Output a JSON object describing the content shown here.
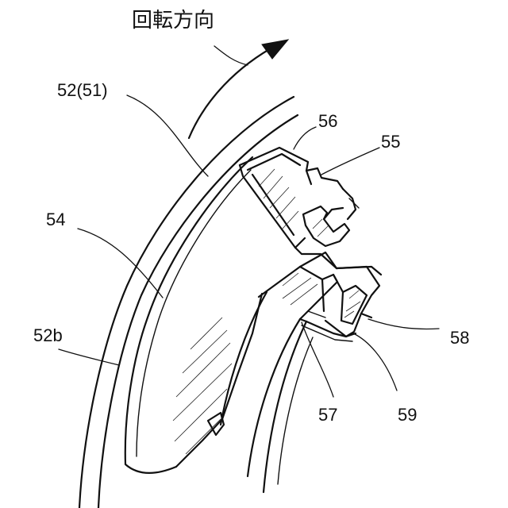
{
  "figure": {
    "title": "回転方向",
    "labels": {
      "l52": "52(51)",
      "l54": "54",
      "l52b": "52b",
      "l56": "56",
      "l55": "55",
      "l58": "58",
      "l57": "57",
      "l59": "59"
    }
  }
}
